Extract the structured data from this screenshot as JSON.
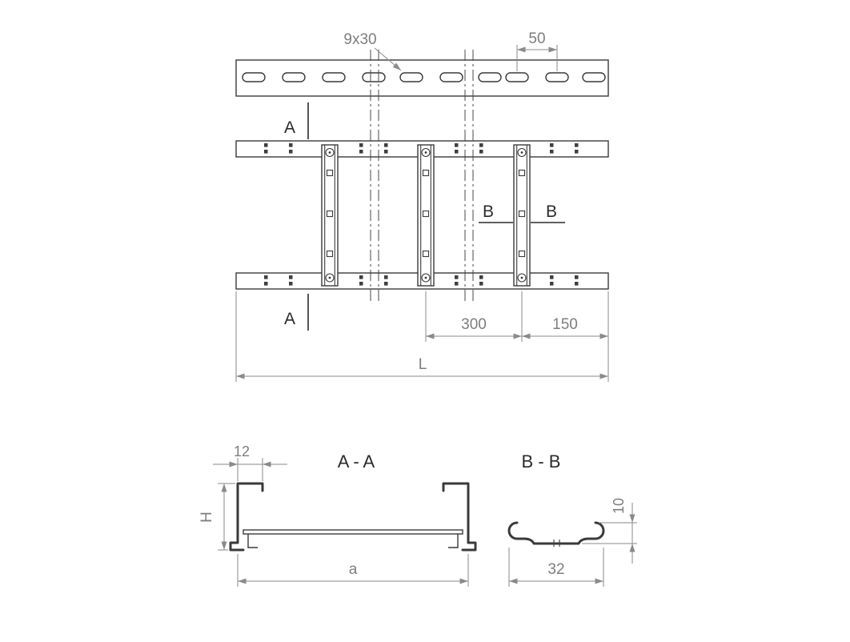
{
  "drawing": {
    "top_view": {
      "slot_label": "9x30",
      "slot_pitch_dim": "50"
    },
    "plan_view": {
      "section_a_top_label": "A",
      "section_a_bottom_label": "A",
      "section_b_left_label": "B",
      "section_b_right_label": "B",
      "rung_spacing_dim": "300",
      "end_spacing_dim": "150",
      "length_dim": "L"
    },
    "section_aa": {
      "title": "A - A",
      "flange_dim": "12",
      "height_dim": "H",
      "width_dim": "a"
    },
    "section_bb": {
      "title": "B - B",
      "height_dim": "10",
      "width_dim": "32"
    },
    "colors": {
      "geometry_line": "#3a3a3a",
      "dimension_line": "#8a8a8a",
      "dimension_text": "#7d7d7d",
      "label_text": "#2b2b2b",
      "background": "#ffffff"
    }
  }
}
